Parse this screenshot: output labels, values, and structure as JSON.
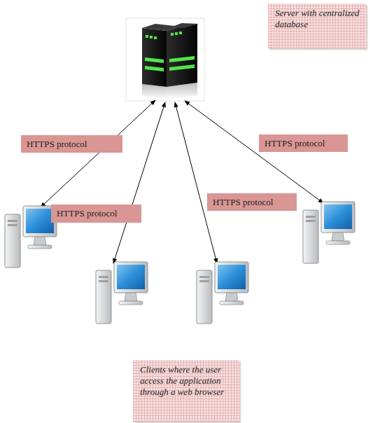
{
  "diagram": {
    "nodes": [
      {
        "text": [
          "Server with centralized database"
        ]
      },
      {
        "text": [
          "Clients where the user access the application through a web browser"
        ]
      }
    ],
    "labels": [
      "HTTPS protocol",
      "HTTPS protocol",
      "HTTPS protocol",
      "HTTPS protocol"
    ]
  }
}
